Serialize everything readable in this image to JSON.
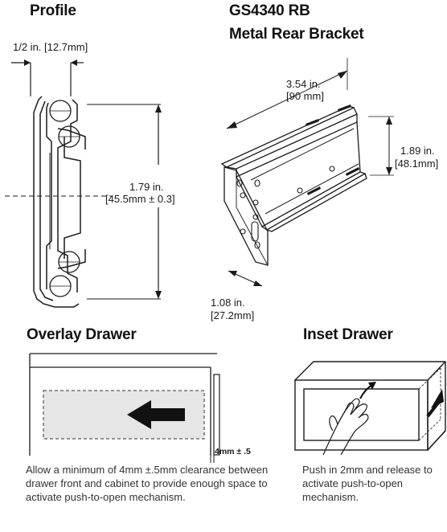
{
  "headings": {
    "profile": "Profile",
    "bracket_line1": "GS4340 RB",
    "bracket_line2": "Metal Rear Bracket",
    "overlay": "Overlay Drawer",
    "inset": "Inset Drawer"
  },
  "dimensions": {
    "profile_width": "1/2 in. [12.7mm]",
    "profile_height_in": "1.79 in.",
    "profile_height_mm": "[45.5mm ± 0.3]",
    "bracket_length_in": "3.54 in.",
    "bracket_length_mm": "[90 mm]",
    "bracket_height_in": "1.89 in.",
    "bracket_height_mm": "[48.1mm]",
    "bracket_depth_in": "1.08 in.",
    "bracket_depth_mm": "[27.2mm]",
    "clearance": "4mm ± .5"
  },
  "captions": {
    "overlay": "Allow a minimum of 4mm ±.5mm clearance between drawer front and cabinet to provide enough space to activate push-to-open mechanism.",
    "inset": "Push in 2mm and release to activate push-to-open mechanism."
  }
}
